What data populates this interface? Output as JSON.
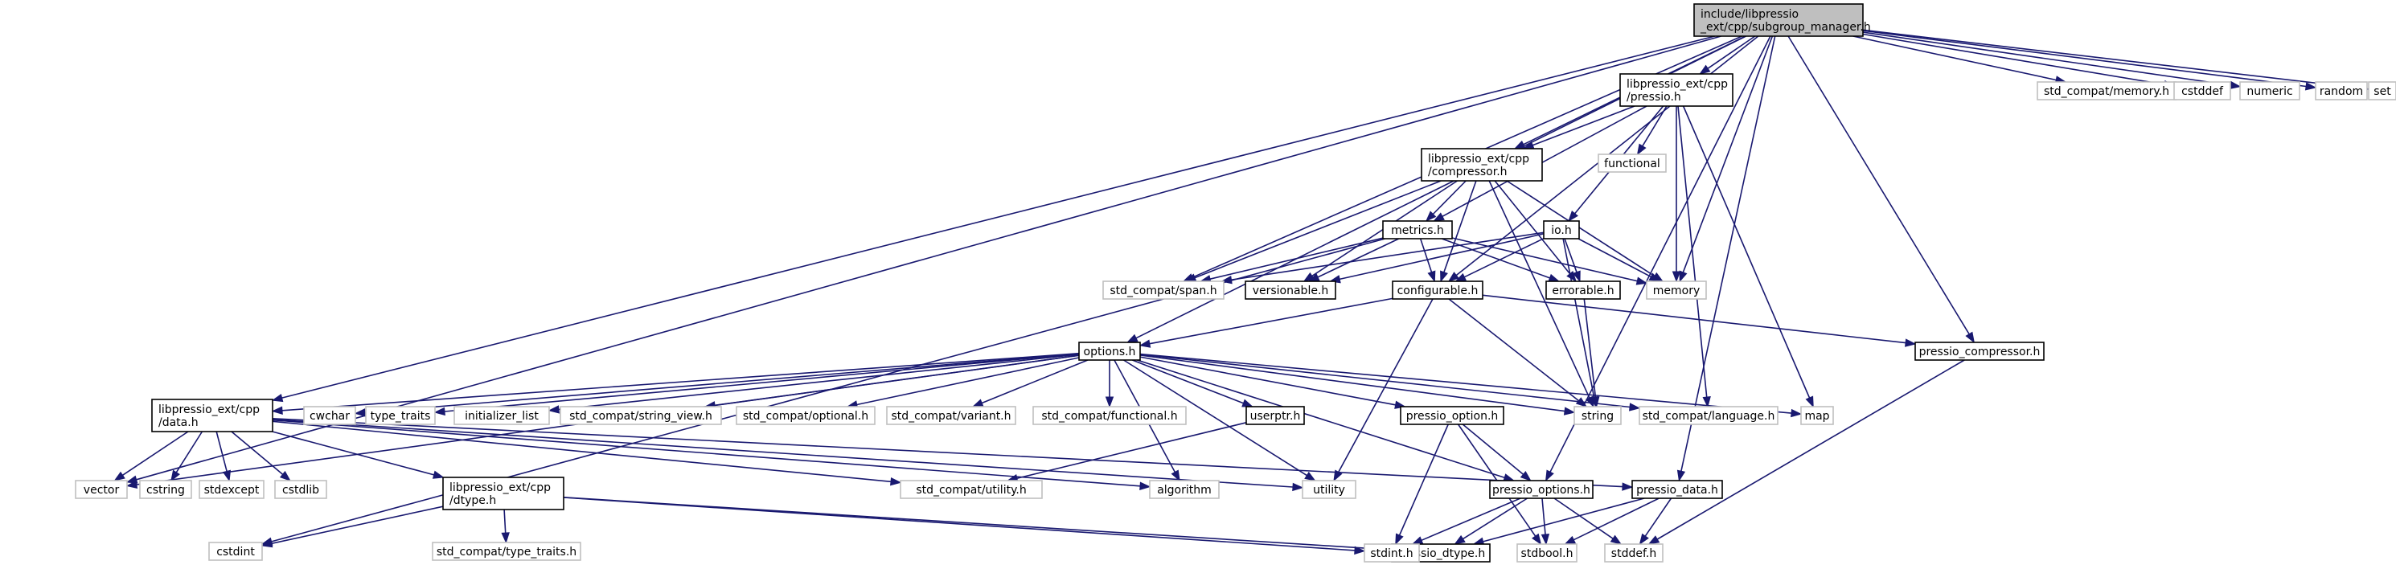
{
  "graph": {
    "title": "",
    "colors": {
      "edge": "#191970",
      "root_fill": "#bfbfbf",
      "documented_border": "#000000",
      "external_border": "#bfbfbf"
    },
    "nodes": [
      {
        "id": "root",
        "lines": [
          "include/libpressio",
          "_ext/cpp/subgroup_manager.h"
        ],
        "kind": "root"
      },
      {
        "id": "pressio_h",
        "lines": [
          "libpressio_ext/cpp",
          "/pressio.h"
        ],
        "kind": "documented"
      },
      {
        "id": "compressor_h",
        "lines": [
          "libpressio_ext/cpp",
          "/compressor.h"
        ],
        "kind": "documented"
      },
      {
        "id": "metrics_h",
        "lines": [
          "metrics.h"
        ],
        "kind": "documented"
      },
      {
        "id": "io_h",
        "lines": [
          "io.h"
        ],
        "kind": "documented"
      },
      {
        "id": "versionable_h",
        "lines": [
          "versionable.h"
        ],
        "kind": "documented"
      },
      {
        "id": "configurable_h",
        "lines": [
          "configurable.h"
        ],
        "kind": "documented"
      },
      {
        "id": "errorable_h",
        "lines": [
          "errorable.h"
        ],
        "kind": "documented"
      },
      {
        "id": "options_h",
        "lines": [
          "options.h"
        ],
        "kind": "documented"
      },
      {
        "id": "pressio_compressor_h",
        "lines": [
          "pressio_compressor.h"
        ],
        "kind": "documented"
      },
      {
        "id": "data_h",
        "lines": [
          "libpressio_ext/cpp",
          "/data.h"
        ],
        "kind": "documented"
      },
      {
        "id": "userptr_h",
        "lines": [
          "userptr.h"
        ],
        "kind": "documented"
      },
      {
        "id": "pressio_option_h",
        "lines": [
          "pressio_option.h"
        ],
        "kind": "documented"
      },
      {
        "id": "dtype_cpp_h",
        "lines": [
          "libpressio_ext/cpp",
          "/dtype.h"
        ],
        "kind": "documented"
      },
      {
        "id": "pressio_options_h",
        "lines": [
          "pressio_options.h"
        ],
        "kind": "documented"
      },
      {
        "id": "pressio_data_h",
        "lines": [
          "pressio_data.h"
        ],
        "kind": "documented"
      },
      {
        "id": "pressio_dtype_h",
        "lines": [
          "pressio_dtype.h"
        ],
        "kind": "documented"
      },
      {
        "id": "std_memory",
        "lines": [
          "std_compat/memory.h"
        ],
        "kind": "external"
      },
      {
        "id": "cstddef",
        "lines": [
          "cstddef"
        ],
        "kind": "external"
      },
      {
        "id": "numeric",
        "lines": [
          "numeric"
        ],
        "kind": "external"
      },
      {
        "id": "random",
        "lines": [
          "random"
        ],
        "kind": "external"
      },
      {
        "id": "set",
        "lines": [
          "set"
        ],
        "kind": "external"
      },
      {
        "id": "functional",
        "lines": [
          "functional"
        ],
        "kind": "external"
      },
      {
        "id": "std_span",
        "lines": [
          "std_compat/span.h"
        ],
        "kind": "external"
      },
      {
        "id": "memory",
        "lines": [
          "memory"
        ],
        "kind": "external"
      },
      {
        "id": "string",
        "lines": [
          "string"
        ],
        "kind": "external"
      },
      {
        "id": "std_language",
        "lines": [
          "std_compat/language.h"
        ],
        "kind": "external"
      },
      {
        "id": "map",
        "lines": [
          "map"
        ],
        "kind": "external"
      },
      {
        "id": "cwchar",
        "lines": [
          "cwchar"
        ],
        "kind": "external"
      },
      {
        "id": "type_traits",
        "lines": [
          "type_traits"
        ],
        "kind": "external"
      },
      {
        "id": "initializer_list",
        "lines": [
          "initializer_list"
        ],
        "kind": "external"
      },
      {
        "id": "std_string_view",
        "lines": [
          "std_compat/string_view.h"
        ],
        "kind": "external"
      },
      {
        "id": "std_optional",
        "lines": [
          "std_compat/optional.h"
        ],
        "kind": "external"
      },
      {
        "id": "std_variant",
        "lines": [
          "std_compat/variant.h"
        ],
        "kind": "external"
      },
      {
        "id": "std_functional",
        "lines": [
          "std_compat/functional.h"
        ],
        "kind": "external"
      },
      {
        "id": "vector",
        "lines": [
          "vector"
        ],
        "kind": "external"
      },
      {
        "id": "cstring",
        "lines": [
          "cstring"
        ],
        "kind": "external"
      },
      {
        "id": "stdexcept",
        "lines": [
          "stdexcept"
        ],
        "kind": "external"
      },
      {
        "id": "cstdlib",
        "lines": [
          "cstdlib"
        ],
        "kind": "external"
      },
      {
        "id": "std_utility",
        "lines": [
          "std_compat/utility.h"
        ],
        "kind": "external"
      },
      {
        "id": "algorithm",
        "lines": [
          "algorithm"
        ],
        "kind": "external"
      },
      {
        "id": "utility",
        "lines": [
          "utility"
        ],
        "kind": "external"
      },
      {
        "id": "cstdint",
        "lines": [
          "cstdint"
        ],
        "kind": "external"
      },
      {
        "id": "std_type_traits",
        "lines": [
          "std_compat/type_traits.h"
        ],
        "kind": "external"
      },
      {
        "id": "stdint_h",
        "lines": [
          "stdint.h"
        ],
        "kind": "external"
      },
      {
        "id": "stdbool_h",
        "lines": [
          "stdbool.h"
        ],
        "kind": "external"
      },
      {
        "id": "stddef_h",
        "lines": [
          "stddef.h"
        ],
        "kind": "external"
      }
    ],
    "edges": [
      [
        "root",
        "pressio_h"
      ],
      [
        "root",
        "compressor_h"
      ],
      [
        "root",
        "std_memory"
      ],
      [
        "root",
        "cstddef"
      ],
      [
        "root",
        "numeric"
      ],
      [
        "root",
        "random"
      ],
      [
        "root",
        "set"
      ],
      [
        "root",
        "std_span"
      ],
      [
        "root",
        "memory"
      ],
      [
        "root",
        "configurable_h"
      ],
      [
        "root",
        "options_h"
      ],
      [
        "root",
        "data_h"
      ],
      [
        "root",
        "vector"
      ],
      [
        "root",
        "pressio_compressor_h"
      ],
      [
        "root",
        "pressio_options_h"
      ],
      [
        "root",
        "pressio_data_h"
      ],
      [
        "pressio_h",
        "compressor_h"
      ],
      [
        "pressio_h",
        "functional"
      ],
      [
        "pressio_h",
        "metrics_h"
      ],
      [
        "pressio_h",
        "io_h"
      ],
      [
        "pressio_h",
        "memory"
      ],
      [
        "pressio_h",
        "std_language"
      ],
      [
        "pressio_h",
        "map"
      ],
      [
        "compressor_h",
        "metrics_h"
      ],
      [
        "compressor_h",
        "std_span"
      ],
      [
        "compressor_h",
        "versionable_h"
      ],
      [
        "compressor_h",
        "configurable_h"
      ],
      [
        "compressor_h",
        "errorable_h"
      ],
      [
        "compressor_h",
        "memory"
      ],
      [
        "compressor_h",
        "string"
      ],
      [
        "metrics_h",
        "std_span"
      ],
      [
        "metrics_h",
        "versionable_h"
      ],
      [
        "metrics_h",
        "configurable_h"
      ],
      [
        "metrics_h",
        "errorable_h"
      ],
      [
        "metrics_h",
        "memory"
      ],
      [
        "metrics_h",
        "cstdint"
      ],
      [
        "io_h",
        "std_span"
      ],
      [
        "io_h",
        "versionable_h"
      ],
      [
        "io_h",
        "configurable_h"
      ],
      [
        "io_h",
        "errorable_h"
      ],
      [
        "io_h",
        "memory"
      ],
      [
        "io_h",
        "string"
      ],
      [
        "configurable_h",
        "options_h"
      ],
      [
        "configurable_h",
        "pressio_compressor_h"
      ],
      [
        "configurable_h",
        "string"
      ],
      [
        "configurable_h",
        "utility"
      ],
      [
        "errorable_h",
        "string"
      ],
      [
        "options_h",
        "data_h"
      ],
      [
        "options_h",
        "cwchar"
      ],
      [
        "options_h",
        "type_traits"
      ],
      [
        "options_h",
        "initializer_list"
      ],
      [
        "options_h",
        "std_string_view"
      ],
      [
        "options_h",
        "std_optional"
      ],
      [
        "options_h",
        "std_variant"
      ],
      [
        "options_h",
        "std_functional"
      ],
      [
        "options_h",
        "userptr_h"
      ],
      [
        "options_h",
        "pressio_option_h"
      ],
      [
        "options_h",
        "pressio_options_h"
      ],
      [
        "options_h",
        "string"
      ],
      [
        "options_h",
        "std_language"
      ],
      [
        "options_h",
        "map"
      ],
      [
        "options_h",
        "utility"
      ],
      [
        "options_h",
        "algorithm"
      ],
      [
        "options_h",
        "vector"
      ],
      [
        "data_h",
        "vector"
      ],
      [
        "data_h",
        "cstring"
      ],
      [
        "data_h",
        "stdexcept"
      ],
      [
        "data_h",
        "cstdlib"
      ],
      [
        "data_h",
        "dtype_cpp_h"
      ],
      [
        "data_h",
        "std_utility"
      ],
      [
        "data_h",
        "algorithm"
      ],
      [
        "data_h",
        "utility"
      ],
      [
        "data_h",
        "pressio_data_h"
      ],
      [
        "userptr_h",
        "std_utility"
      ],
      [
        "pressio_option_h",
        "pressio_options_h"
      ],
      [
        "pressio_option_h",
        "stdint_h"
      ],
      [
        "pressio_option_h",
        "stdbool_h"
      ],
      [
        "dtype_cpp_h",
        "cstdint"
      ],
      [
        "dtype_cpp_h",
        "std_type_traits"
      ],
      [
        "dtype_cpp_h",
        "stdint_h"
      ],
      [
        "dtype_cpp_h",
        "pressio_dtype_h"
      ],
      [
        "pressio_options_h",
        "pressio_dtype_h"
      ],
      [
        "pressio_options_h",
        "stdint_h"
      ],
      [
        "pressio_options_h",
        "stdbool_h"
      ],
      [
        "pressio_options_h",
        "stddef_h"
      ],
      [
        "pressio_data_h",
        "pressio_dtype_h"
      ],
      [
        "pressio_data_h",
        "stdbool_h"
      ],
      [
        "pressio_data_h",
        "stddef_h"
      ],
      [
        "pressio_compressor_h",
        "stddef_h"
      ]
    ]
  }
}
